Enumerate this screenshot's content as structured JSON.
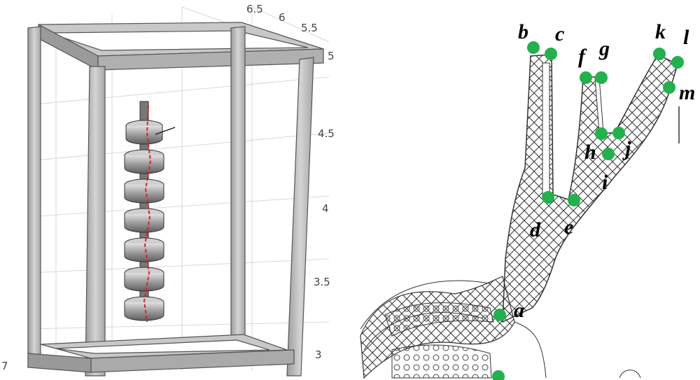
{
  "left_panel": {
    "top_ticks": [
      "6.5",
      "6",
      "5.5"
    ],
    "right_ticks": [
      "5",
      "4.5",
      "4",
      "3.5",
      "3"
    ],
    "corner_tick": "7"
  },
  "right_panel": {
    "points": [
      {
        "label": "a"
      },
      {
        "label": "b"
      },
      {
        "label": "c"
      },
      {
        "label": "d"
      },
      {
        "label": "e"
      },
      {
        "label": "f"
      },
      {
        "label": "g"
      },
      {
        "label": "h"
      },
      {
        "label": "i"
      },
      {
        "label": "j"
      },
      {
        "label": "k"
      },
      {
        "label": "l"
      },
      {
        "label": "m"
      }
    ],
    "point_color": "#22b14c"
  }
}
